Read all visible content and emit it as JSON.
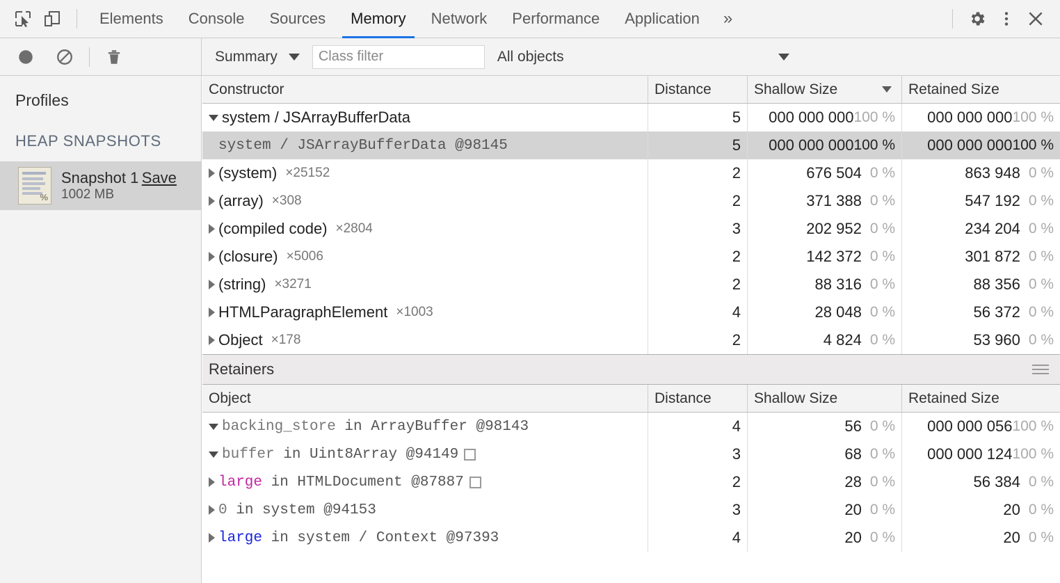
{
  "window": {
    "tabs": [
      {
        "label": "Elements",
        "active": false
      },
      {
        "label": "Console",
        "active": false
      },
      {
        "label": "Sources",
        "active": false
      },
      {
        "label": "Memory",
        "active": true
      },
      {
        "label": "Network",
        "active": false
      },
      {
        "label": "Performance",
        "active": false
      },
      {
        "label": "Application",
        "active": false
      }
    ],
    "more_label": "»",
    "icons": {
      "inspect": "inspect-element-icon",
      "device": "device-toolbar-icon",
      "settings": "gear-icon",
      "menu": "kebab-menu-icon",
      "close": "close-icon"
    }
  },
  "toolbar": {
    "record_label": "record-icon",
    "clear_label": "clear-icon",
    "delete_label": "trash-icon",
    "view_select": "Summary",
    "class_filter_placeholder": "Class filter",
    "class_filter_value": "",
    "objects_select": "All objects"
  },
  "sidebar": {
    "title": "Profiles",
    "section": "HEAP SNAPSHOTS",
    "snapshot": {
      "name": "Snapshot 1",
      "save_label": "Save",
      "size": "1002 MB",
      "thumb_pct": "%"
    }
  },
  "constructors": {
    "columns": [
      "Constructor",
      "Distance",
      "Shallow Size",
      "Retained Size"
    ],
    "sorted_by": "Shallow Size",
    "sort_dir": "desc",
    "rows": [
      {
        "name": "system / JSArrayBufferData",
        "count": "",
        "twisty": "open",
        "indent": 0,
        "font": "sans",
        "selected": false,
        "distance": "5",
        "shallow_zeros": "000 000 000",
        "shallow_main": "",
        "shallow_pct": "100 %",
        "retained_zeros": "000 000 000",
        "retained_main": "",
        "retained_pct": "100 %"
      },
      {
        "name": "system / JSArrayBufferData @98145",
        "count": "",
        "twisty": "none",
        "indent": 1,
        "font": "mono",
        "selected": true,
        "distance": "5",
        "shallow_zeros": "000 000 000",
        "shallow_main": "",
        "shallow_pct": "100 %",
        "retained_zeros": "000 000 000",
        "retained_main": "",
        "retained_pct": "100 %"
      },
      {
        "name": "(system)",
        "count": "×25152",
        "twisty": "closed",
        "indent": 0,
        "font": "sans",
        "selected": false,
        "distance": "2",
        "shallow_zeros": "",
        "shallow_main": "676 504",
        "shallow_pct": "0 %",
        "retained_zeros": "",
        "retained_main": "863 948",
        "retained_pct": "0 %"
      },
      {
        "name": "(array)",
        "count": "×308",
        "twisty": "closed",
        "indent": 0,
        "font": "sans",
        "selected": false,
        "distance": "2",
        "shallow_zeros": "",
        "shallow_main": "371 388",
        "shallow_pct": "0 %",
        "retained_zeros": "",
        "retained_main": "547 192",
        "retained_pct": "0 %"
      },
      {
        "name": "(compiled code)",
        "count": "×2804",
        "twisty": "closed",
        "indent": 0,
        "font": "sans",
        "selected": false,
        "distance": "3",
        "shallow_zeros": "",
        "shallow_main": "202 952",
        "shallow_pct": "0 %",
        "retained_zeros": "",
        "retained_main": "234 204",
        "retained_pct": "0 %"
      },
      {
        "name": "(closure)",
        "count": "×5006",
        "twisty": "closed",
        "indent": 0,
        "font": "sans",
        "selected": false,
        "distance": "2",
        "shallow_zeros": "",
        "shallow_main": "142 372",
        "shallow_pct": "0 %",
        "retained_zeros": "",
        "retained_main": "301 872",
        "retained_pct": "0 %"
      },
      {
        "name": "(string)",
        "count": "×3271",
        "twisty": "closed",
        "indent": 0,
        "font": "sans",
        "selected": false,
        "distance": "2",
        "shallow_zeros": "",
        "shallow_main": "88 316",
        "shallow_pct": "0 %",
        "retained_zeros": "",
        "retained_main": "88 356",
        "retained_pct": "0 %"
      },
      {
        "name": "HTMLParagraphElement",
        "count": "×1003",
        "twisty": "closed",
        "indent": 0,
        "font": "sans",
        "selected": false,
        "distance": "4",
        "shallow_zeros": "",
        "shallow_main": "28 048",
        "shallow_pct": "0 %",
        "retained_zeros": "",
        "retained_main": "56 372",
        "retained_pct": "0 %"
      },
      {
        "name": "Object",
        "count": "×178",
        "twisty": "closed",
        "indent": 0,
        "font": "sans",
        "selected": false,
        "distance": "2",
        "shallow_zeros": "",
        "shallow_main": "4 824",
        "shallow_pct": "0 %",
        "retained_zeros": "",
        "retained_main": "53 960",
        "retained_pct": "0 %"
      }
    ]
  },
  "retainers": {
    "title": "Retainers",
    "menu_label": "hamburger-menu-icon",
    "columns": [
      "Object",
      "Distance",
      "Shallow Size",
      "Retained Size"
    ],
    "rows": [
      {
        "prop": "backing_store",
        "prop_color": "plain",
        "rest": " in ArrayBuffer @98143",
        "detached": false,
        "twisty": "open",
        "indent": 0,
        "distance": "4",
        "shallow_zeros": "",
        "shallow_main": "56",
        "shallow_pct": "0 %",
        "retained_zeros": "000 000 056",
        "retained_main": "",
        "retained_pct": "100 %"
      },
      {
        "prop": "buffer",
        "prop_color": "plain",
        "rest": " in Uint8Array @94149",
        "detached": true,
        "twisty": "open",
        "indent": 1,
        "distance": "3",
        "shallow_zeros": "",
        "shallow_main": "68",
        "shallow_pct": "0 %",
        "retained_zeros": "000 000 124",
        "retained_main": "",
        "retained_pct": "100 %"
      },
      {
        "prop": "large",
        "prop_color": "magenta",
        "rest": " in HTMLDocument @87887",
        "detached": true,
        "twisty": "closed",
        "indent": 2,
        "distance": "2",
        "shallow_zeros": "",
        "shallow_main": "28",
        "shallow_pct": "0 %",
        "retained_zeros": "",
        "retained_main": "56 384",
        "retained_pct": "0 %"
      },
      {
        "prop": "0",
        "prop_color": "plain",
        "rest": " in system @94153",
        "detached": false,
        "twisty": "closed",
        "indent": 2,
        "distance": "3",
        "shallow_zeros": "",
        "shallow_main": "20",
        "shallow_pct": "0 %",
        "retained_zeros": "",
        "retained_main": "20",
        "retained_pct": "0 %"
      },
      {
        "prop": "large",
        "prop_color": "blue",
        "rest": " in system / Context @97393",
        "detached": false,
        "twisty": "closed",
        "indent": 2,
        "distance": "4",
        "shallow_zeros": "",
        "shallow_main": "20",
        "shallow_pct": "0 %",
        "retained_zeros": "",
        "retained_main": "20",
        "retained_pct": "0 %"
      }
    ]
  },
  "colors": {
    "accent": "#1a73e8",
    "selected_row": "#d3d3d3",
    "toolbar_bg": "#f3f3f3",
    "prop_magenta": "#c026a0",
    "prop_blue": "#1a23dd"
  }
}
